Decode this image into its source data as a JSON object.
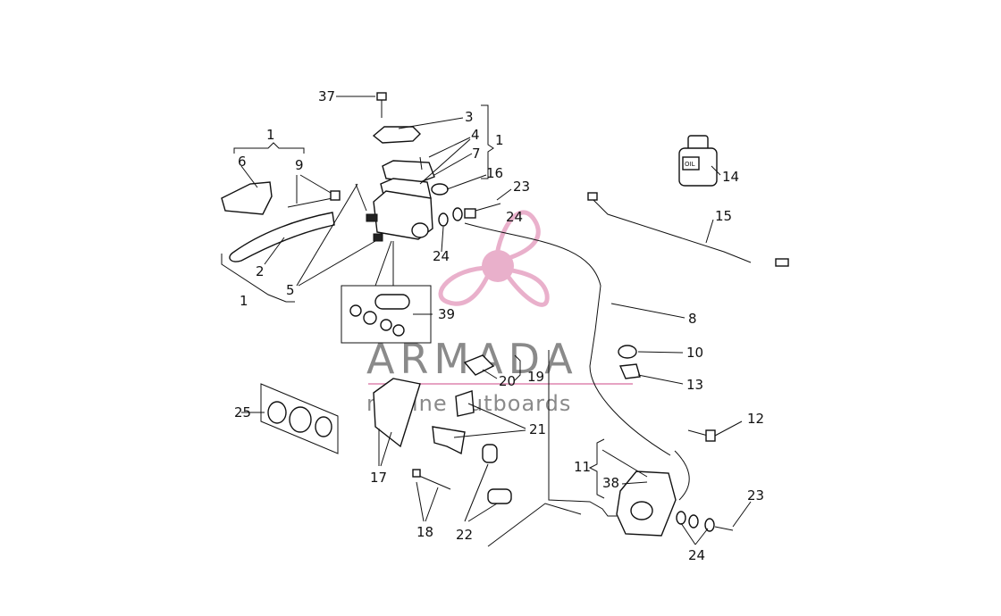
{
  "watermark": {
    "title": "ARMADA",
    "subtitle": "marine outboards",
    "accent_color": "#e6a3c3",
    "text_color": "#8a8a8a"
  },
  "bottle_label": "OIL",
  "callouts": {
    "c37": "37",
    "c3": "3",
    "c4": "4",
    "c7": "7",
    "c1a": "1",
    "c16": "16",
    "c23a": "23",
    "c24a": "24",
    "c24b": "24",
    "c14": "14",
    "c15": "15",
    "c1b": "1",
    "c6": "6",
    "c9": "9",
    "c2": "2",
    "c5": "5",
    "c1c": "1",
    "c39": "39",
    "c8": "8",
    "c10": "10",
    "c13": "13",
    "c19": "19",
    "c20": "20",
    "c25": "25",
    "c21": "21",
    "c12": "12",
    "c11": "11",
    "c38": "38",
    "c17": "17",
    "c18": "18",
    "c22": "22",
    "c23b": "23",
    "c24c": "24"
  }
}
